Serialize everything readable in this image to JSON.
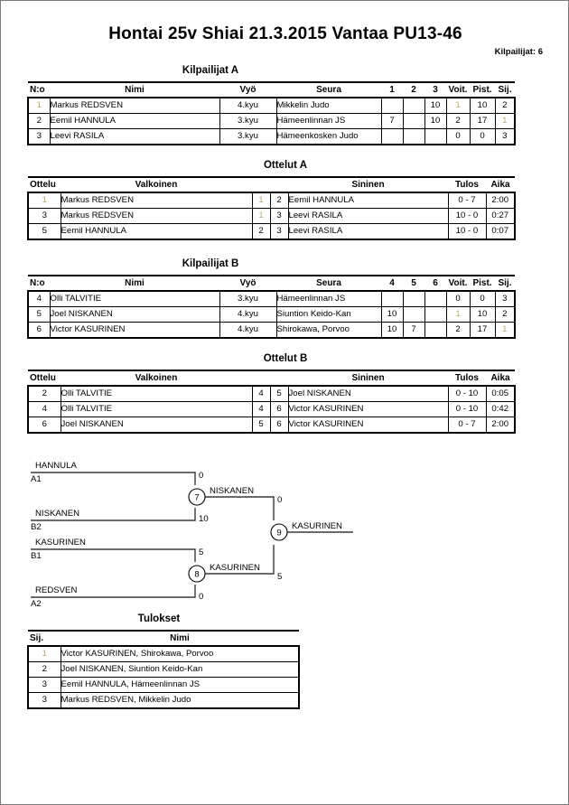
{
  "header": {
    "title": "Hontai 25v Shiai  21.3.2015  Vantaa   PU13-46",
    "entrants": "Kilpailijat: 6"
  },
  "sections": {
    "pool_a_caption": "Kilpailijat A",
    "matches_a_caption": "Ottelut A",
    "pool_b_caption": "Kilpailijat B",
    "matches_b_caption": "Ottelut B",
    "results_caption": "Tulokset"
  },
  "pool_headers": {
    "no": "N:o",
    "name": "Nimi",
    "belt": "Vyö",
    "club": "Seura",
    "wins": "Voit.",
    "points": "Pist.",
    "rank": "Sij."
  },
  "pool_a": {
    "opponent_columns": [
      "1",
      "2",
      "3"
    ],
    "rows": [
      {
        "no": "1",
        "name": "Markus  REDSVEN",
        "belt": "4.kyu",
        "club": "Mikkelin Judo",
        "scores": [
          "",
          "",
          "10"
        ],
        "wins": "1",
        "points": "10",
        "rank": "2"
      },
      {
        "no": "2",
        "name": "Eemil HANNULA",
        "belt": "3.kyu",
        "club": "Hämeenlinnan JS",
        "scores": [
          "7",
          "",
          "10"
        ],
        "wins": "2",
        "points": "17",
        "rank": "1"
      },
      {
        "no": "3",
        "name": "Leevi RASILA",
        "belt": "3.kyu",
        "club": "Hämeenkosken Judo",
        "scores": [
          "",
          "",
          ""
        ],
        "wins": "0",
        "points": "0",
        "rank": "3"
      }
    ]
  },
  "pool_b": {
    "opponent_columns": [
      "4",
      "5",
      "6"
    ],
    "rows": [
      {
        "no": "4",
        "name": "Olli TALVITIE",
        "belt": "3.kyu",
        "club": "Hämeenlinnan JS",
        "scores": [
          "",
          "",
          ""
        ],
        "wins": "0",
        "points": "0",
        "rank": "3"
      },
      {
        "no": "5",
        "name": "Joel NISKANEN",
        "belt": "4.kyu",
        "club": "Siuntion Keido-Kan",
        "scores": [
          "10",
          "",
          ""
        ],
        "wins": "1",
        "points": "10",
        "rank": "2"
      },
      {
        "no": "6",
        "name": "Victor KASURINEN",
        "belt": "4.kyu",
        "club": "Shirokawa, Porvoo",
        "scores": [
          "10",
          "7",
          ""
        ],
        "wins": "2",
        "points": "17",
        "rank": "1"
      }
    ]
  },
  "match_headers": {
    "match": "Ottelu",
    "white": "Valkoinen",
    "blue": "Sininen",
    "result": "Tulos",
    "time": "Aika"
  },
  "matches_a": [
    {
      "no": "1",
      "white": "Markus  REDSVEN",
      "white_no": "1",
      "blue_no": "2",
      "blue": "Eemil HANNULA",
      "result": "0 - 7",
      "time": "2:00"
    },
    {
      "no": "3",
      "white": "Markus  REDSVEN",
      "white_no": "1",
      "blue_no": "3",
      "blue": "Leevi RASILA",
      "result": "10 - 0",
      "time": "0:27"
    },
    {
      "no": "5",
      "white": "Eemil HANNULA",
      "white_no": "2",
      "blue_no": "3",
      "blue": "Leevi RASILA",
      "result": "10 - 0",
      "time": "0:07"
    }
  ],
  "matches_b": [
    {
      "no": "2",
      "white": "Olli TALVITIE",
      "white_no": "4",
      "blue_no": "5",
      "blue": "Joel NISKANEN",
      "result": "0 - 10",
      "time": "0:05"
    },
    {
      "no": "4",
      "white": "Olli TALVITIE",
      "white_no": "4",
      "blue_no": "6",
      "blue": "Victor KASURINEN",
      "result": "0 - 10",
      "time": "0:42"
    },
    {
      "no": "6",
      "white": "Joel NISKANEN",
      "white_no": "5",
      "blue_no": "6",
      "blue": "Victor KASURINEN",
      "result": "0 - 7",
      "time": "2:00"
    }
  ],
  "bracket": {
    "semifinal_1": {
      "number": "7",
      "top": {
        "name": "HANNULA",
        "seed": "A1",
        "score": "0"
      },
      "bottom": {
        "name": "NISKANEN",
        "seed": "B2",
        "score": "10"
      },
      "winner": "NISKANEN"
    },
    "semifinal_2": {
      "number": "8",
      "top": {
        "name": "KASURINEN",
        "seed": "B1",
        "score": "5"
      },
      "bottom": {
        "name": "REDSVEN",
        "seed": "A2",
        "score": "0"
      },
      "winner": "KASURINEN"
    },
    "final": {
      "number": "9",
      "top_score": "0",
      "bottom_score": "5",
      "winner": "KASURINEN"
    }
  },
  "results_headers": {
    "rank": "Sij.",
    "name": "Nimi"
  },
  "results": [
    {
      "rank": "1",
      "name": "Victor KASURINEN, Shirokawa, Porvoo"
    },
    {
      "rank": "2",
      "name": "Joel NISKANEN, Siuntion Keido-Kan"
    },
    {
      "rank": "3",
      "name": "Eemil HANNULA, Hämeenlinnan JS"
    },
    {
      "rank": "3",
      "name": "Markus  REDSVEN, Mikkelin Judo"
    }
  ]
}
